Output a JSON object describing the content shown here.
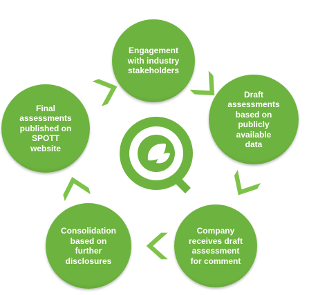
{
  "diagram": {
    "colors": {
      "circle_fill": "#6db33f",
      "circle_shadow": "#4e8a2a",
      "arrow_fill": "#7ec24a",
      "hub_ring": "#6db33f",
      "hub_bg": "#ffffff",
      "node_text": "#ffffff"
    },
    "nodes": [
      {
        "id": "engagement",
        "lines": [
          "Engagement",
          "with industry",
          "stakeholders"
        ]
      },
      {
        "id": "draft",
        "lines": [
          "Draft",
          "assessments",
          "based on",
          "publicly",
          "available",
          "data"
        ]
      },
      {
        "id": "company",
        "lines": [
          "Company",
          "receives draft",
          "assessment",
          "for comment"
        ]
      },
      {
        "id": "consolidation",
        "lines": [
          "Consolidation",
          "based on",
          "further",
          "disclosures"
        ]
      },
      {
        "id": "final",
        "lines": [
          "Final",
          "assessments",
          "published on",
          "SPOTT",
          "website"
        ]
      }
    ],
    "hub": {
      "icon": "spott-magnifier-leaf-icon"
    },
    "arrows": [
      "engagement-to-draft",
      "draft-to-company",
      "company-to-consolidation",
      "consolidation-to-final",
      "final-to-engagement"
    ]
  }
}
